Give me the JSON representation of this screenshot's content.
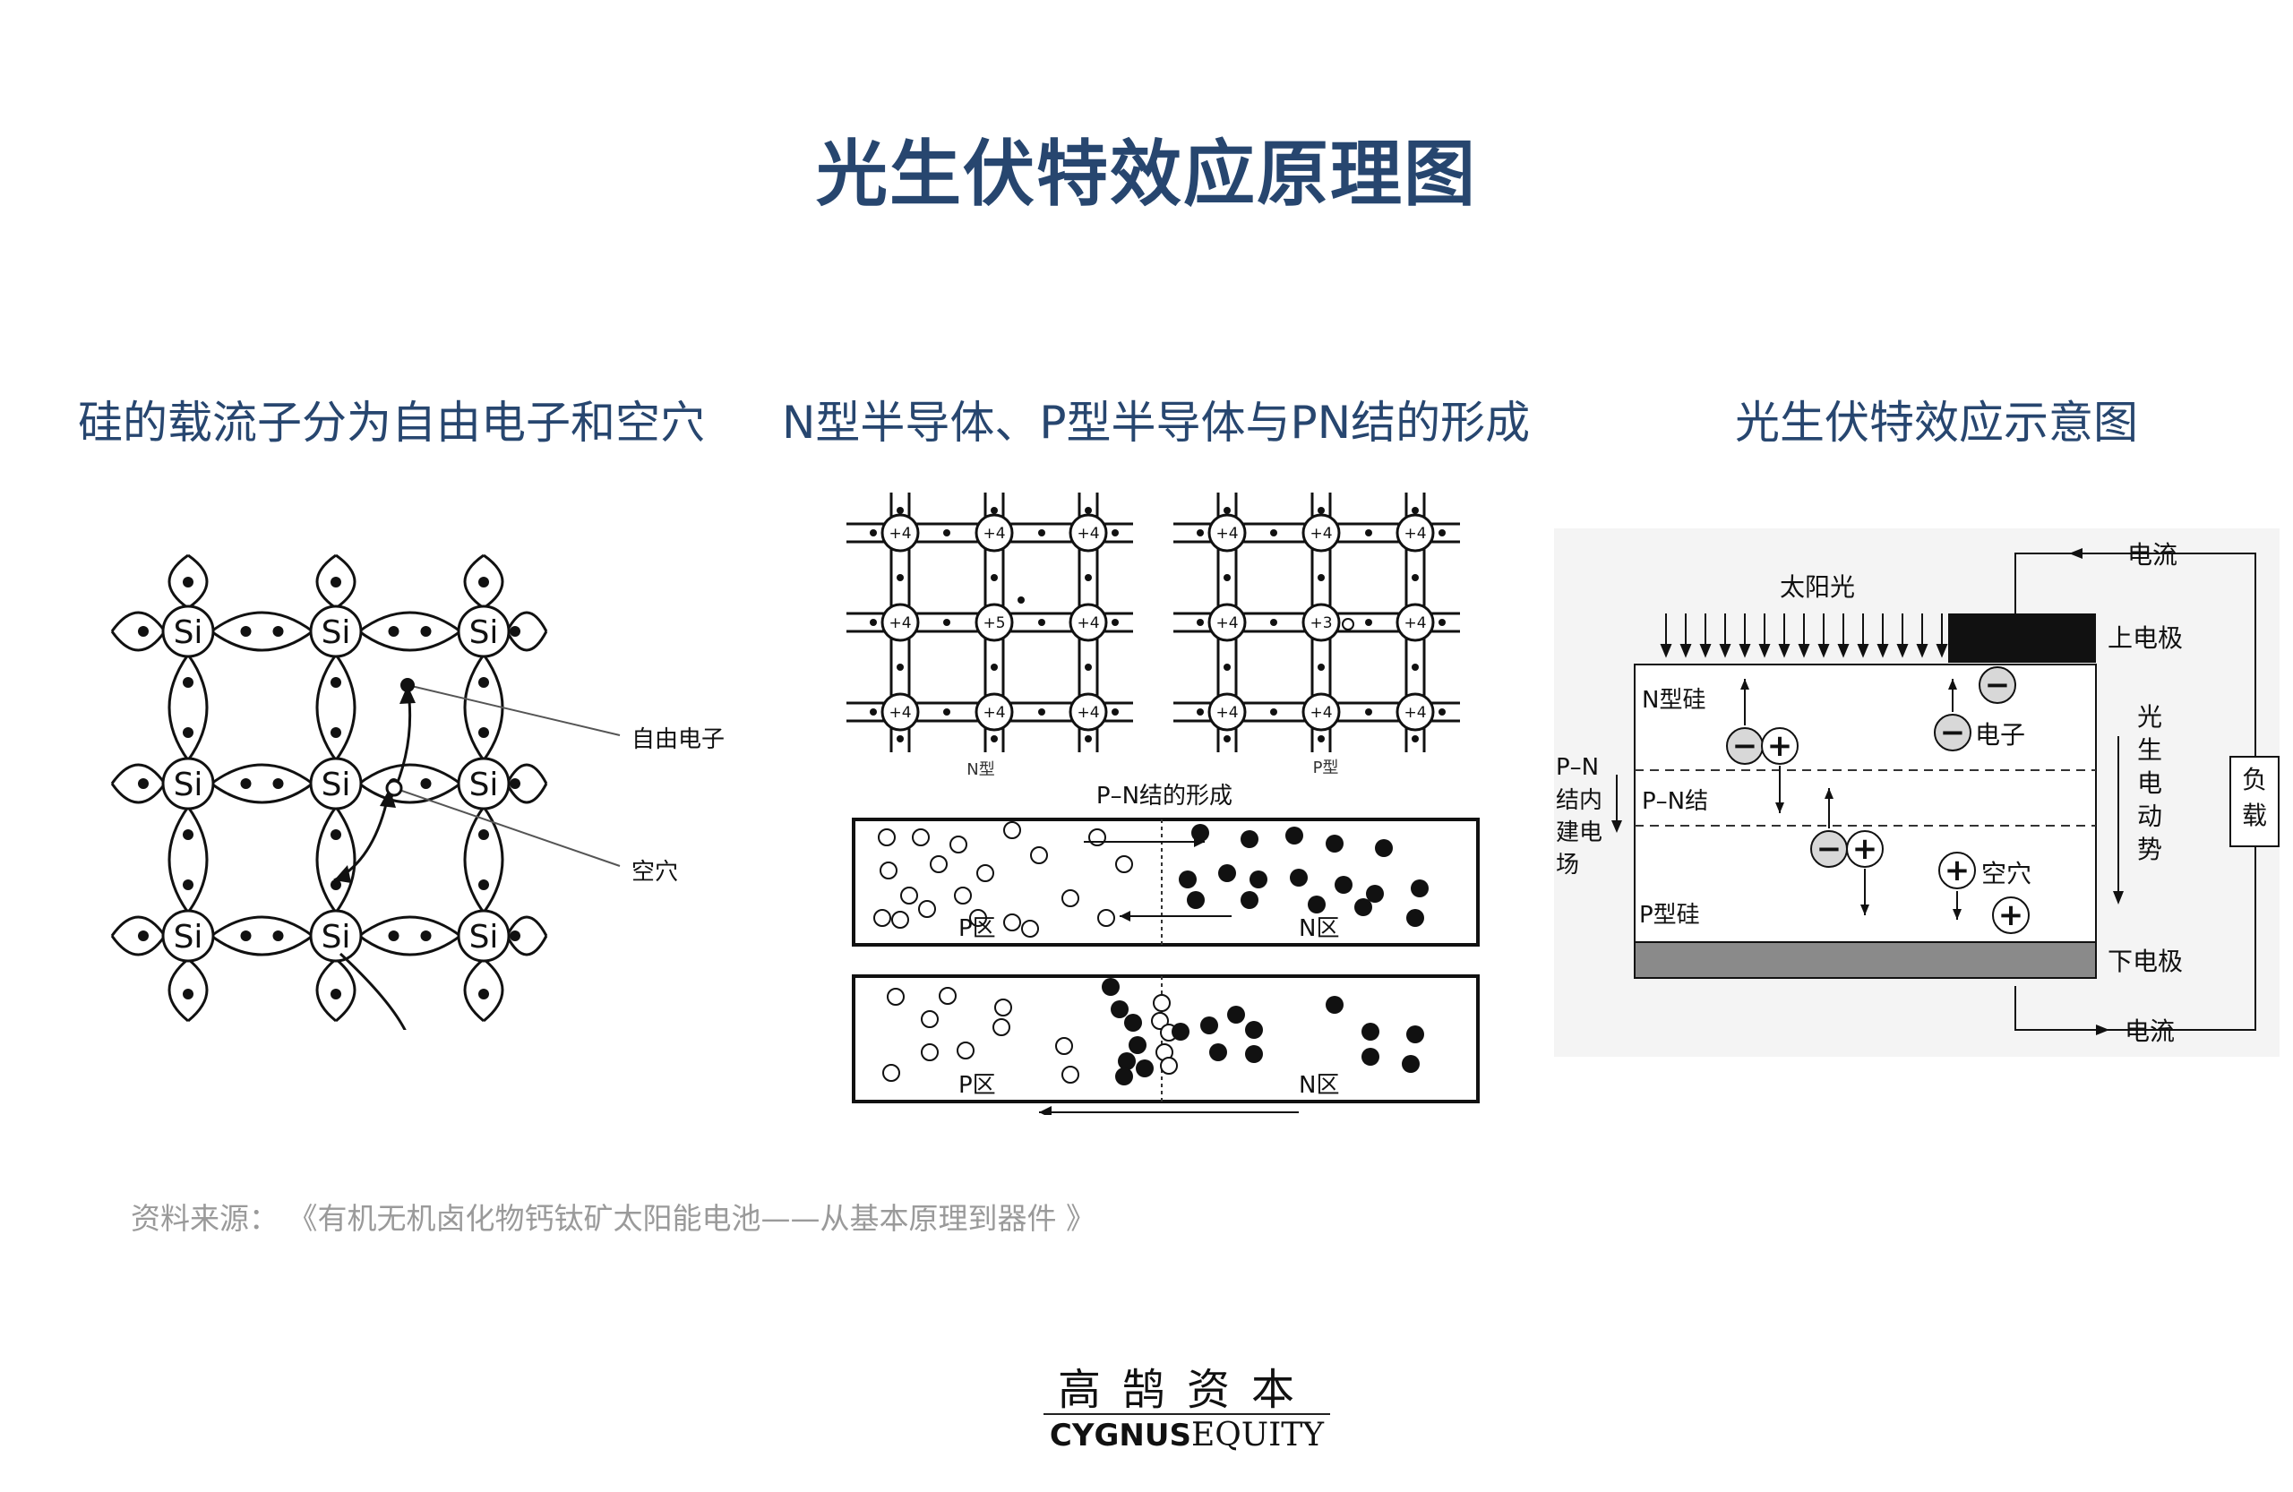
{
  "title": "光生伏特效应原理图",
  "panels": [
    {
      "title": "硅的载流子分为自由电子和空穴",
      "atom": "Si",
      "labels": [
        "自由电子",
        "空穴"
      ]
    },
    {
      "title": "N型半导体、P型半导体与PN结的形成",
      "lattice_n_label": "N型",
      "lattice_p_label": "P型",
      "atom_plus4": "+4",
      "atom_plus5": "+5",
      "atom_plus3": "+3",
      "junction_title": "P–N结的形成",
      "p_label": "P区",
      "n_label": "N区"
    },
    {
      "title": "光生伏特效应示意图",
      "current_top": "电流",
      "current_bottom": "电流",
      "sunlight": "太阳光",
      "top_electrode": "上电极",
      "bottom_electrode": "下电极",
      "n_si": "N型硅",
      "pn_junction": "P–N结",
      "p_si": "P型硅",
      "electron": "电子",
      "hole": "空穴",
      "built_in_field": [
        "P–N",
        "结内",
        "建电",
        "场"
      ],
      "emf": [
        "光",
        "生",
        "电",
        "动",
        "势"
      ],
      "load": [
        "负",
        "载"
      ],
      "minus": "−",
      "plus": "+"
    }
  ],
  "source": "资料来源：  《有机无机卤化物钙钛矿太阳能电池——从基本原理到器件 》",
  "logo": {
    "cn": "高鹄资本",
    "en_bold": "CYGNUS",
    "en_serif": "EQUITY"
  }
}
